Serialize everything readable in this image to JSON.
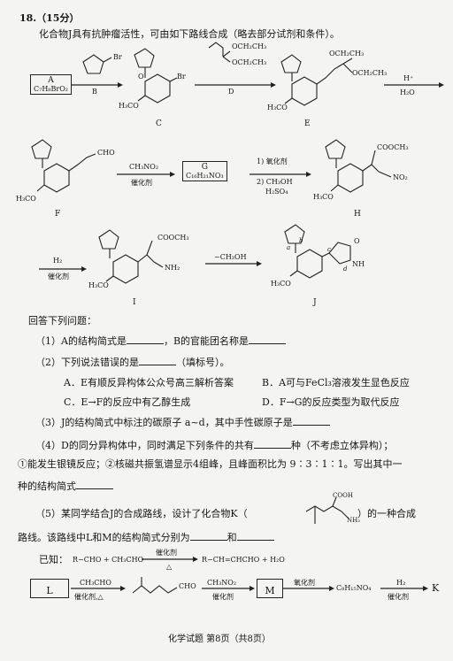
{
  "question": {
    "header": "18.（15分）",
    "intro": "化合物J具有抗肿瘤活性，可由如下路线合成（略去部分试剂和条件）。"
  },
  "scheme": {
    "row1": {
      "reagent_sub": "Br",
      "box_A_name": "A",
      "box_A_formula": "C₇H₈BrO₂",
      "arrow_B": "B",
      "c_br": "Br",
      "c_och3": "H₃CO",
      "c_o": "O",
      "label_C": "C",
      "d_oc1": "OCH₂CH₃",
      "d_oc2": "OCH₂CH₃",
      "arrow_D": "D",
      "e_oc1": "OCH₂CH₃",
      "e_oc2": "OCH₂CH₃",
      "e_och3": "H₃CO",
      "label_E": "E",
      "arrow_h": "H⁺",
      "arrow_h2o": "H₂O"
    },
    "row2": {
      "f_cho": "CHO",
      "f_och3": "H₃CO",
      "label_F": "F",
      "arrow_top": "CH₃NO₂",
      "arrow_bottom": "催化剂",
      "box_G_name": "G",
      "box_G_formula": "C₁₆H₂₁NO₃",
      "step1": "1) 氧化剂",
      "step2": "2) CH₃OH",
      "step3": "H₂SO₄",
      "h_ester": "COOCH₃",
      "h_no2": "NO₂",
      "h_och3": "H₃CO",
      "label_H": "H"
    },
    "row3": {
      "arrow_h2": "H₂",
      "arrow_cat": "催化剂",
      "i_ester": "COOCH₃",
      "i_nh2": "NH₂",
      "i_och3": "H₃CO",
      "label_I": "I",
      "arrow_top": "−CH₃OH",
      "j_o": "O",
      "j_nh": "NH",
      "j_och3": "H₃CO",
      "label_J": "J",
      "j_a": "a",
      "j_b": "b",
      "j_c": "c",
      "j_d": "d"
    }
  },
  "questions": {
    "prompt": "回答下列问题：",
    "q1_a": "（1）A的结构简式是",
    "q1_b": "，B的官能团名称是",
    "q2": "（2）下列说法错误的是",
    "q2_tail": "（填标号）。",
    "optA": "A．E有顺反异构体公众号高三解析答案",
    "optB": "B．A可与FeCl₃溶液发生显色反应",
    "optC": "C．E→F的反应中有乙醇生成",
    "optD": "D．F→G的反应类型为取代反应",
    "q3": "（3）J的结构简式中标注的碳原子 a~d，其中手性碳原子是",
    "q4_a": "（4）D的同分异构体中，同时满足下列条件的共有",
    "q4_b": "种（不考虑立体异构）；",
    "q4_line2": "①能发生银镜反应；②核磁共振氢谱显示4组峰，且峰面积比为 9∶3∶1∶1。写出其中一",
    "q4_line3": "种的结构简式",
    "q5_a": "（5）某同学结合J的合成路线，设计了化合物K（",
    "q5_b": "）的一种合成",
    "q5_cooh": "COOH",
    "q5_nh2": "NH₂",
    "q5_line2_a": "路线。该路线中L和M的结构简式分别为",
    "q5_line2_b": "和",
    "known_label": "已知：",
    "known_eq": "R−CHO + CH₃CHO",
    "known_top": "催化剂",
    "known_bottom": "△",
    "known_product": "R−CH=CHCHO + H₂O",
    "route": {
      "box_L": "L",
      "a1_top": "CH₃CHO",
      "a1_bottom": "催化剂,△",
      "cho": "CHO",
      "a2_top": "CH₃NO₂",
      "a2_bottom": "催化剂",
      "box_M": "M",
      "a3_top": "氧化剂",
      "formula": "C₈H₁₅NO₄",
      "a4_top": "H₂",
      "a4_bottom": "催化剂",
      "product_K": "K"
    }
  },
  "footer": "化学试题 第8页（共8页）"
}
